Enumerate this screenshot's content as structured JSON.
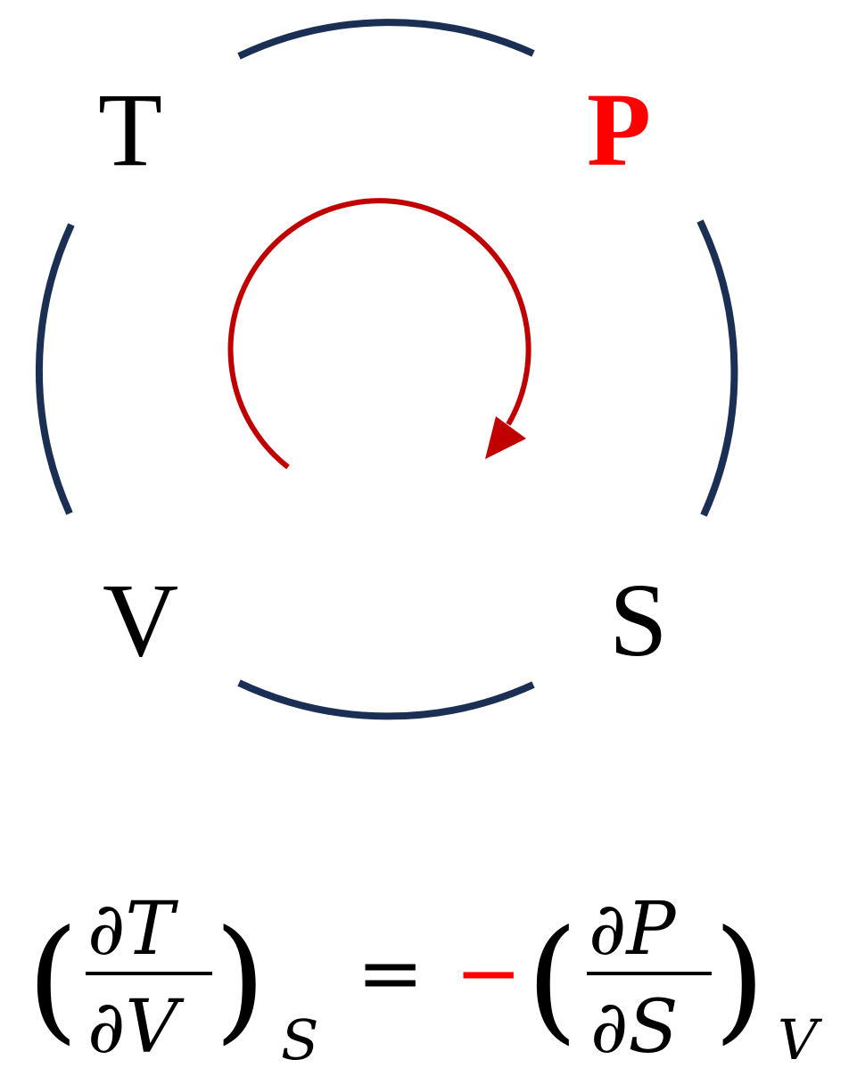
{
  "corners": {
    "top_left": "T",
    "top_right": "P",
    "bottom_left": "V",
    "bottom_right": "S"
  },
  "equation": {
    "lhs_numerator": "∂T",
    "lhs_denominator": "∂V",
    "lhs_subscript": "S",
    "equals": "=",
    "sign": "−",
    "rhs_numerator": "∂P",
    "rhs_denominator": "∂S",
    "rhs_subscript": "V"
  },
  "colors": {
    "ring": "#1b2f54",
    "arrow": "#c00000",
    "highlight": "#ff0000",
    "text": "#000000"
  }
}
